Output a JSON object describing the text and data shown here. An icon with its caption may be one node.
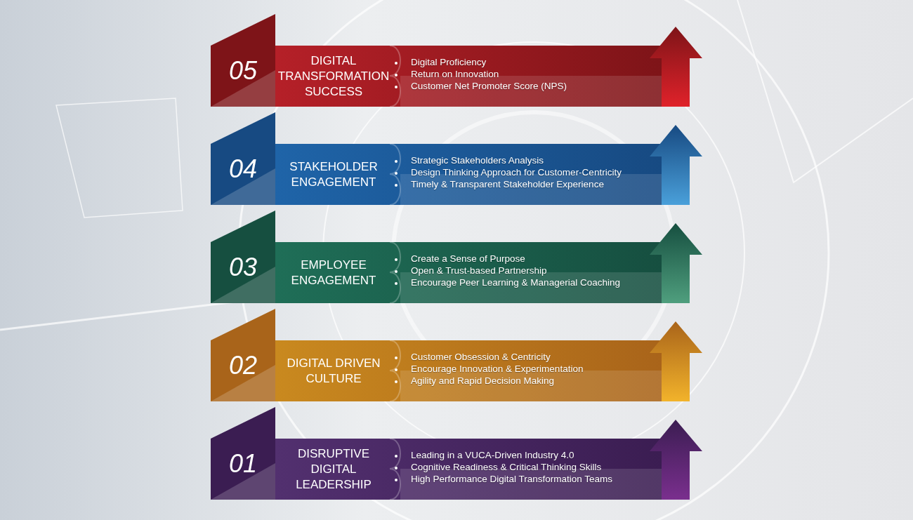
{
  "diagram": {
    "nodes": [
      {
        "text": [
          "05",
          "DIGITAL TRANSFORMATION SUCCESS",
          "Digital Proficiency",
          "Return on Innovation",
          "Customer Net Promoter Score (NPS)"
        ]
      },
      {
        "text": [
          "04",
          "STAKEHOLDER ENGAGEMENT",
          "Strategic Stakeholders Analysis",
          "Design Thinking Approach for Customer-Centricity",
          "Timely & Transparent Stakeholder Experience"
        ]
      },
      {
        "text": [
          "03",
          "EMPLOYEE ENGAGEMENT",
          "Create a Sense of Purpose",
          "Open & Trust-based Partnership",
          "Encourage Peer Learning & Managerial Coaching"
        ]
      },
      {
        "text": [
          "02",
          "DIGITAL DRIVEN CULTURE",
          "Customer Obsession & Centricity",
          "Encourage Innovation & Experimentation",
          "Agility and Rapid Decision Making"
        ]
      },
      {
        "text": [
          "01",
          "DISRUPTIVE DIGITAL LEADERSHIP",
          "Leading in a VUCA-Driven Industry 4.0",
          "Cognitive Readiness & Critical Thinking Skills",
          "High Performance Digital Transformation Teams"
        ]
      }
    ],
    "edges": [
      {
        "from": 0,
        "to": null,
        "arrow": "to"
      },
      {
        "from": 1,
        "to": 0,
        "arrow": "to"
      },
      {
        "from": 2,
        "to": 1,
        "arrow": "to"
      },
      {
        "from": 3,
        "to": 2,
        "arrow": "to"
      },
      {
        "from": 4,
        "to": 3,
        "arrow": "to"
      }
    ]
  }
}
